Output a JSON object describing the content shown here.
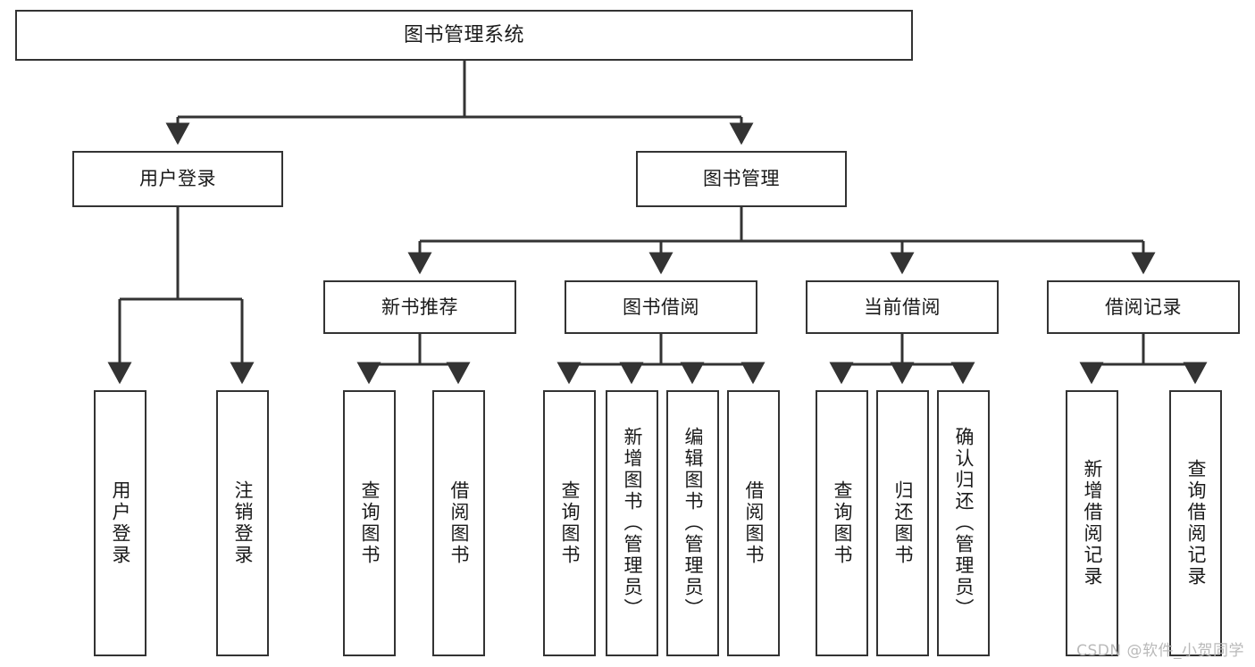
{
  "diagram": {
    "title": "图书管理系统",
    "type": "tree-hierarchy-diagram",
    "watermark": "CSDN @软件_小贺同学",
    "colors": {
      "stroke": "#333333",
      "fill": "#ffffff",
      "text": "#1a1a1a",
      "watermark": "#b9b9b9"
    }
  },
  "nodes": {
    "root": {
      "label": "图书管理系统"
    },
    "level2": [
      {
        "id": "user-login",
        "label": "用户登录"
      },
      {
        "id": "book-management",
        "label": "图书管理"
      }
    ],
    "level3": [
      {
        "id": "new-book-recommend",
        "label": "新书推荐"
      },
      {
        "id": "book-borrow",
        "label": "图书借阅"
      },
      {
        "id": "current-borrow",
        "label": "当前借阅"
      },
      {
        "id": "borrow-record",
        "label": "借阅记录"
      }
    ],
    "leaves": {
      "user_login": [
        {
          "id": "leaf-user-login",
          "label": "用户登录"
        },
        {
          "id": "leaf-logout-login",
          "label": "注销登录"
        }
      ],
      "new_book_recommend": [
        {
          "id": "leaf-query-book-1",
          "label": "查询图书"
        },
        {
          "id": "leaf-borrow-book-1",
          "label": "借阅图书"
        }
      ],
      "book_borrow": [
        {
          "id": "leaf-query-book-2",
          "label": "查询图书"
        },
        {
          "id": "leaf-add-book",
          "label": "新增图书（管理员）"
        },
        {
          "id": "leaf-edit-book",
          "label": "编辑图书（管理员）"
        },
        {
          "id": "leaf-borrow-book-2",
          "label": "借阅图书"
        }
      ],
      "current_borrow": [
        {
          "id": "leaf-query-book-3",
          "label": "查询图书"
        },
        {
          "id": "leaf-return-book",
          "label": "归还图书"
        },
        {
          "id": "leaf-confirm-return",
          "label": "确认归还（管理员）"
        }
      ],
      "borrow_record": [
        {
          "id": "leaf-add-record",
          "label": "新增借阅记录"
        },
        {
          "id": "leaf-query-record",
          "label": "查询借阅记录"
        }
      ]
    }
  }
}
